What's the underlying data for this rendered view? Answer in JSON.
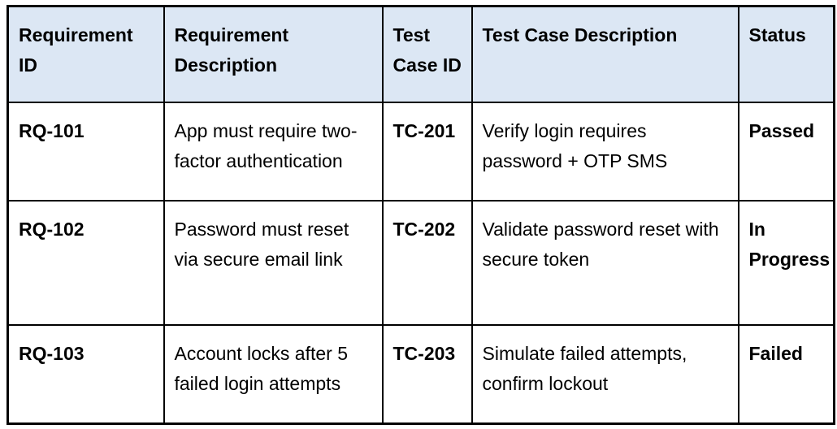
{
  "colors": {
    "page_bg": "#ffffff",
    "header_bg": "#dce7f4",
    "border": "#000000",
    "text": "#000000"
  },
  "table": {
    "headers": [
      "Requirement ID",
      "Requirement Description",
      "Test Case ID",
      "Test Case Description",
      "Status"
    ],
    "rows": [
      [
        "RQ-101",
        "App must require two-factor authentication",
        "TC-201",
        "Verify login requires password + OTP SMS",
        "Passed"
      ],
      [
        "RQ-102",
        "Password must reset via secure email link",
        "TC-202",
        "Validate password reset with secure token",
        "In Progress"
      ],
      [
        "RQ-103",
        "Account locks after 5 failed login attempts",
        "TC-203",
        "Simulate failed attempts, confirm lockout",
        "Failed"
      ]
    ]
  }
}
